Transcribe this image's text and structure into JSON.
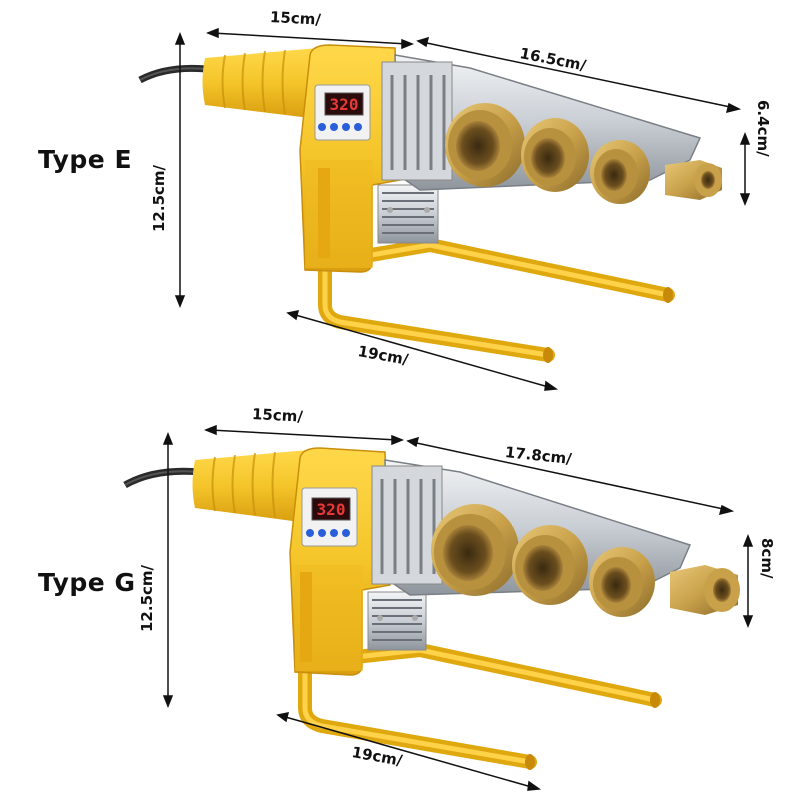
{
  "panels": [
    {
      "type_label": "Type E",
      "display_reading": "320",
      "dims": {
        "handle_length": "15cm/",
        "nozzle_length": "16.5cm/",
        "height": "12.5cm/",
        "nozzle_height": "6.4cm/",
        "stand_length": "19cm/"
      }
    },
    {
      "type_label": "Type G",
      "display_reading": "320",
      "dims": {
        "handle_length": "15cm/",
        "nozzle_length": "17.8cm/",
        "height": "12.5cm/",
        "nozzle_height": "8cm/",
        "stand_length": "19cm/"
      }
    }
  ],
  "colors": {
    "body_yellow": "#f4c52a",
    "handle_yellow": "#f0b81e",
    "brass": "#c9a14a",
    "steel": "#cfd3d8",
    "display_red": "#e53935",
    "button_blue": "#2b5fd9",
    "cable": "#2a2a2a"
  }
}
